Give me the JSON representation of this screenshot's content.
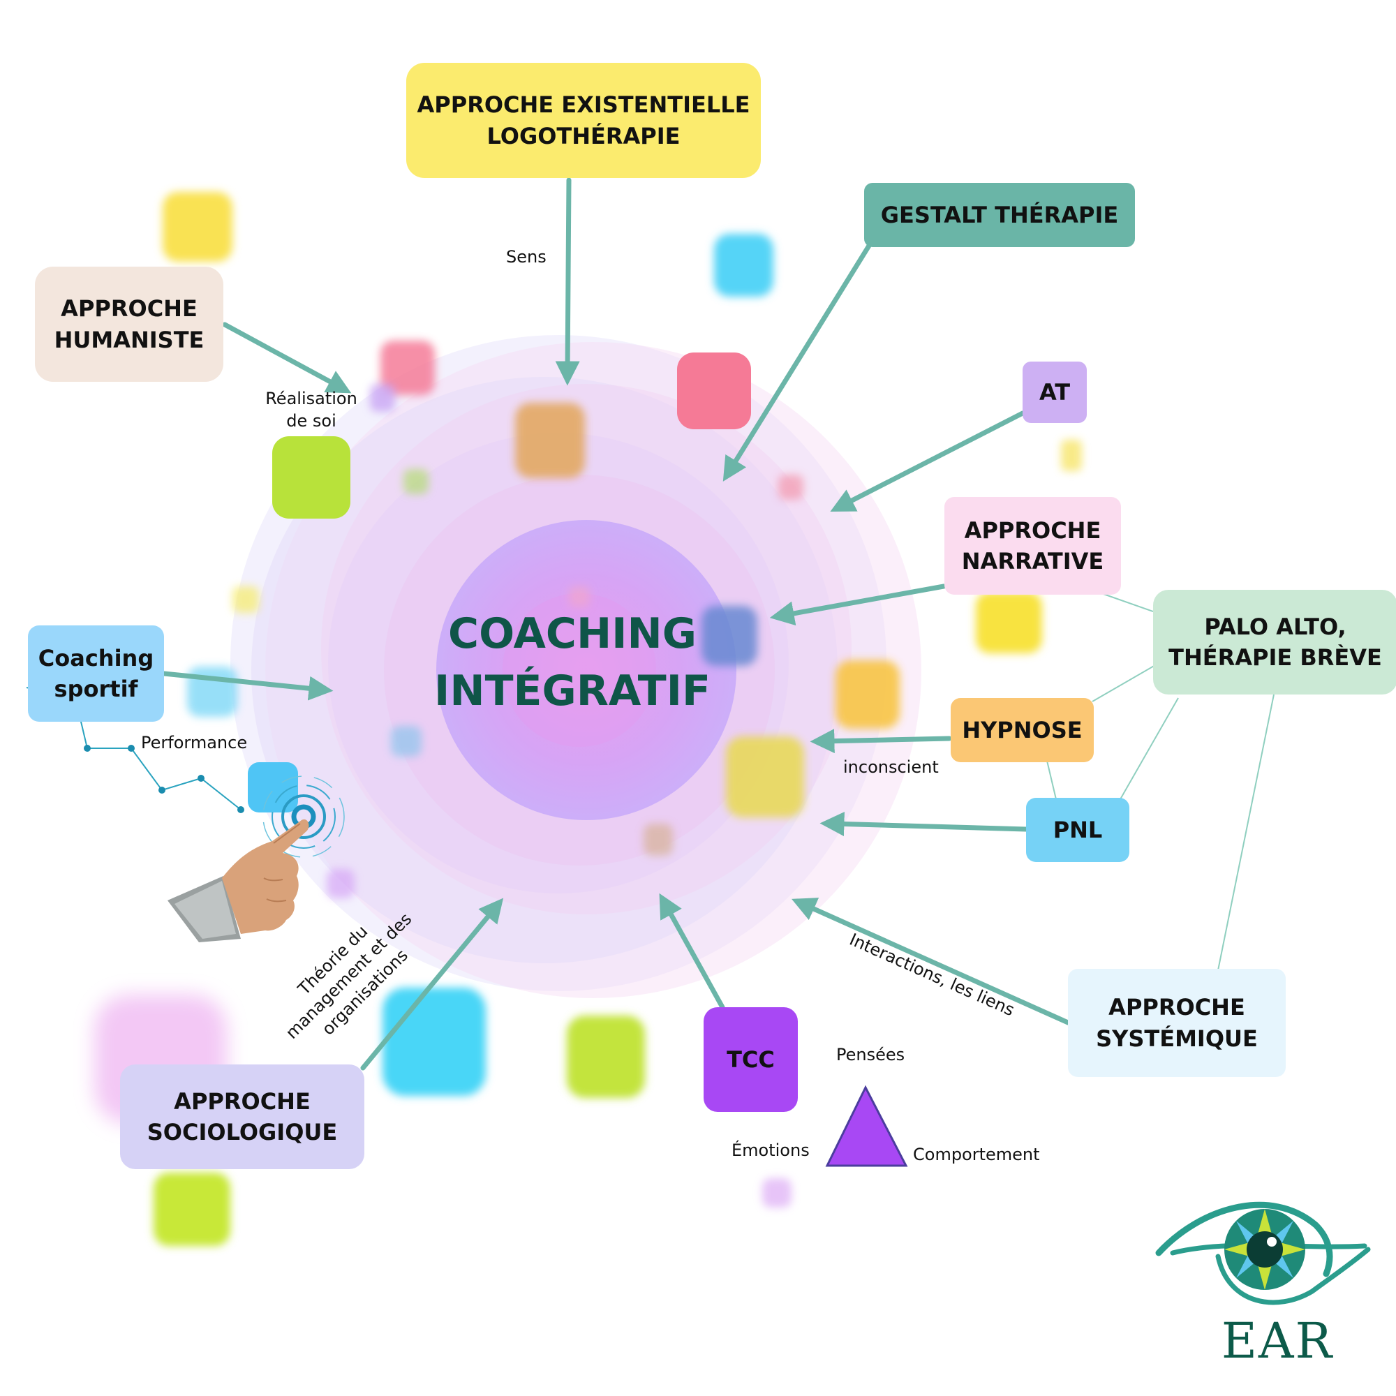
{
  "diagram": {
    "center_title": "COACHING\nINTÉGRATIF",
    "nodes": {
      "existentielle": "APPROCHE  EXISTENTIELLE\nLOGOTHÉRAPIE",
      "gestalt": "GESTALT THÉRAPIE",
      "humaniste": "APPROCHE\nHUMANISTE",
      "at": "AT",
      "narrative": "APPROCHE\nNARRATIVE",
      "palo_alto": "PALO ALTO,\nTHÉRAPIE BRÈVE",
      "hypnose": "HYPNOSE",
      "pnl": "PNL",
      "coaching_sportif": "Coaching\nsportif",
      "systemique": "APPROCHE\nSYSTÉMIQUE",
      "tcc": "TCC",
      "sociologique": "APPROCHE\nSOCIOLOGIQUE"
    },
    "edge_labels": {
      "sens": "Sens",
      "realisation": "Réalisation\nde soi",
      "performance": "Performance",
      "inconscient": "inconscient",
      "interactions": "Interactions, les liens",
      "management": "Théorie du\nmanagement et des\norganisations"
    },
    "tcc_triangle": {
      "top": "Pensées",
      "left": "Émotions",
      "right": "Comportement"
    },
    "logo": {
      "text": "EAR"
    }
  },
  "colors": {
    "arrow": "#6bb5a8",
    "center_text": "#0f5548",
    "existentielle": "#fbeb6e",
    "gestalt": "#6ab5a7",
    "humaniste": "#f3e6dd",
    "at": "#cdb0f3",
    "narrative": "#fbdcef",
    "palo_alto": "#cbe9d5",
    "hypnose": "#fbc774",
    "pnl": "#76d2f6",
    "coaching_sportif": "#9ad7fb",
    "systemique": "#e6f5fd",
    "tcc": "#a848f4",
    "sociologique": "#d6d2f6",
    "triangle": "#a848f4",
    "logo": "#0c5a49"
  }
}
